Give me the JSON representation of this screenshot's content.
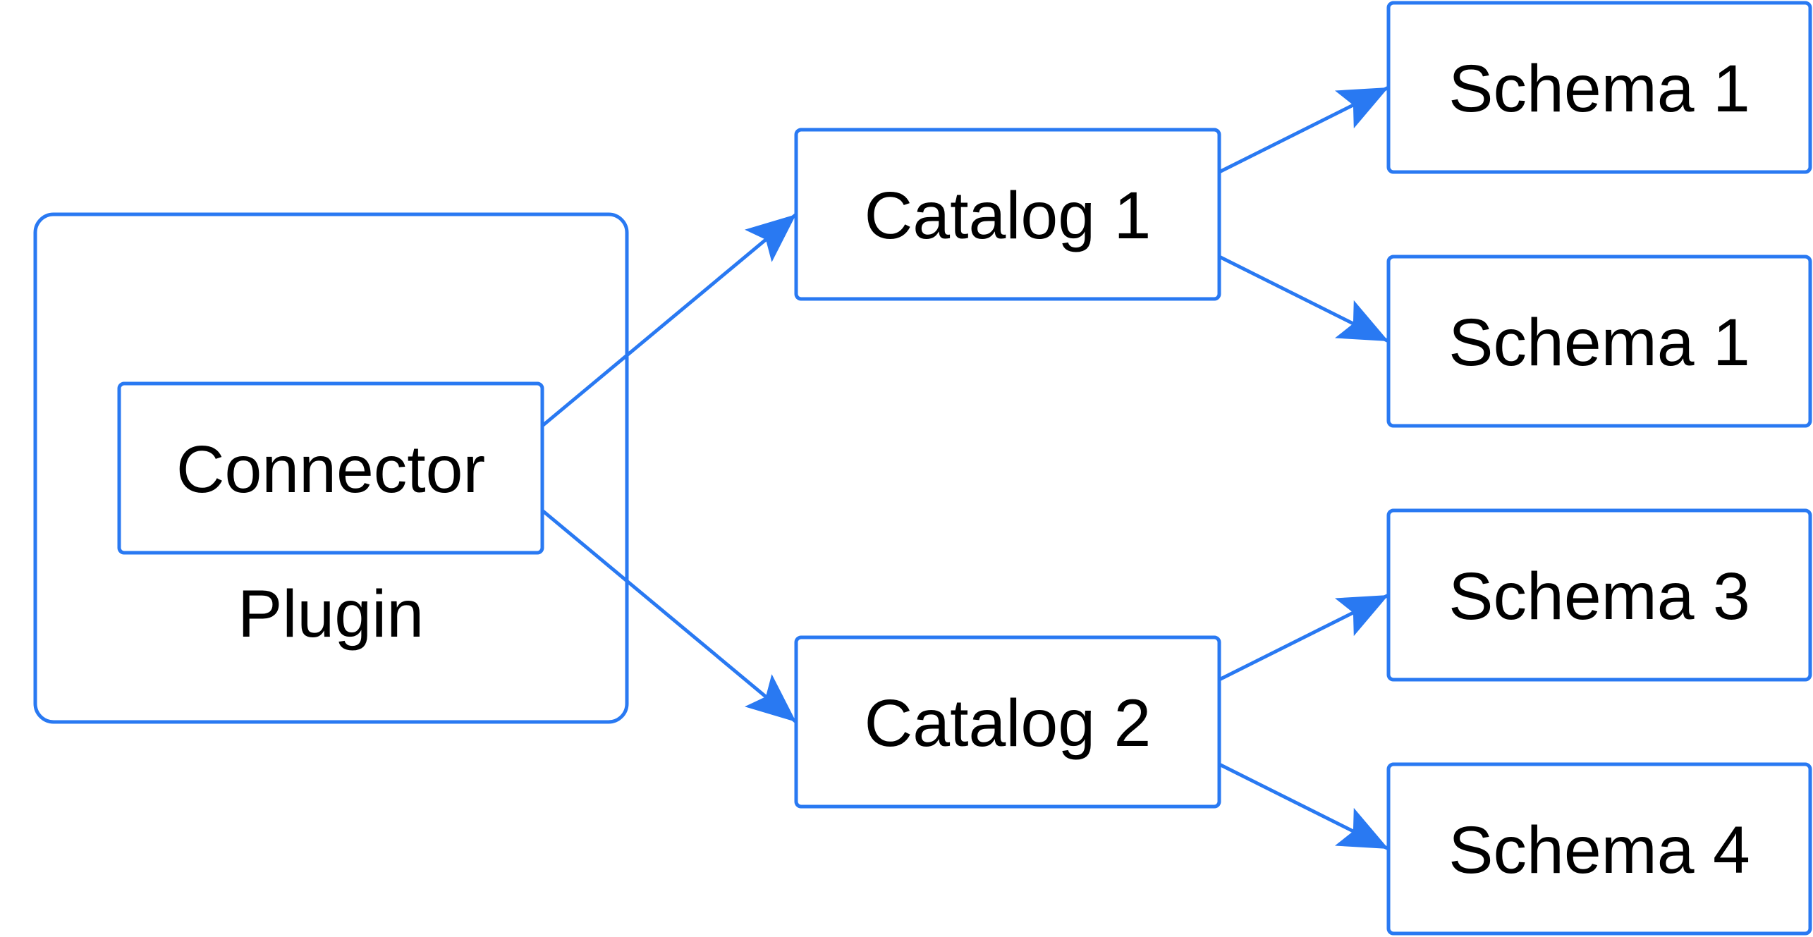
{
  "colors": {
    "stroke": "#2979f2",
    "text": "#000000",
    "background": "#ffffff"
  },
  "diagram": {
    "plugin": {
      "label": "Plugin"
    },
    "connector": {
      "label": "Connector"
    },
    "catalogs": [
      {
        "label": "Catalog 1"
      },
      {
        "label": "Catalog 2"
      }
    ],
    "schemas": [
      {
        "label": "Schema 1"
      },
      {
        "label": "Schema 1"
      },
      {
        "label": "Schema 3"
      },
      {
        "label": "Schema 4"
      }
    ],
    "edges": [
      {
        "from": "Connector",
        "to": "Catalog 1"
      },
      {
        "from": "Connector",
        "to": "Catalog 2"
      },
      {
        "from": "Catalog 1",
        "to": "Schema 1"
      },
      {
        "from": "Catalog 1",
        "to": "Schema 1"
      },
      {
        "from": "Catalog 2",
        "to": "Schema 3"
      },
      {
        "from": "Catalog 2",
        "to": "Schema 4"
      }
    ]
  }
}
